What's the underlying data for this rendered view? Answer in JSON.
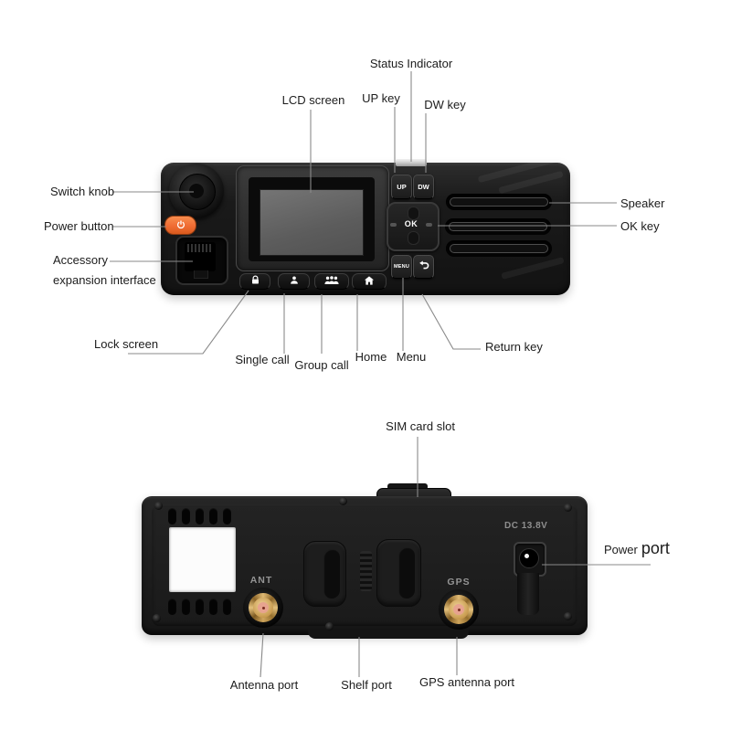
{
  "front_labels": {
    "status_indicator": "Status Indicator",
    "lcd_screen": "LCD screen",
    "up_key": "UP key",
    "dw_key": "DW key",
    "switch_knob": "Switch knob",
    "power_button": "Power button",
    "accessory_line1": "Accessory",
    "accessory_line2": "expansion interface",
    "speaker": "Speaker",
    "ok_key": "OK key",
    "lock_screen": "Lock screen",
    "single_call": "Single call",
    "group_call": "Group call",
    "home": "Home",
    "menu": "Menu",
    "return_key": "Return key"
  },
  "rear_labels": {
    "sim_card_slot": "SIM card slot",
    "power_port_word1": "Power",
    "power_port_word2": "port",
    "antenna_port": "Antenna port",
    "shelf_port": "Shelf port",
    "gps_antenna_port": "GPS antenna port"
  },
  "device_markings": {
    "up_key": "UP",
    "dw_key": "DW",
    "ok_key": "OK",
    "menu_key": "MENU",
    "ant_connector": "ANT",
    "gps_connector": "GPS",
    "dc_rating": "DC 13.8V"
  },
  "colors": {
    "power-accent": "#f06c33",
    "indicator-silver": "#d6d6d6",
    "connector-gold": "#cfa55c",
    "label-text": "#1c1c1c",
    "leader-line": "#8a8a8a",
    "body-dark": "#1c1c1c"
  }
}
